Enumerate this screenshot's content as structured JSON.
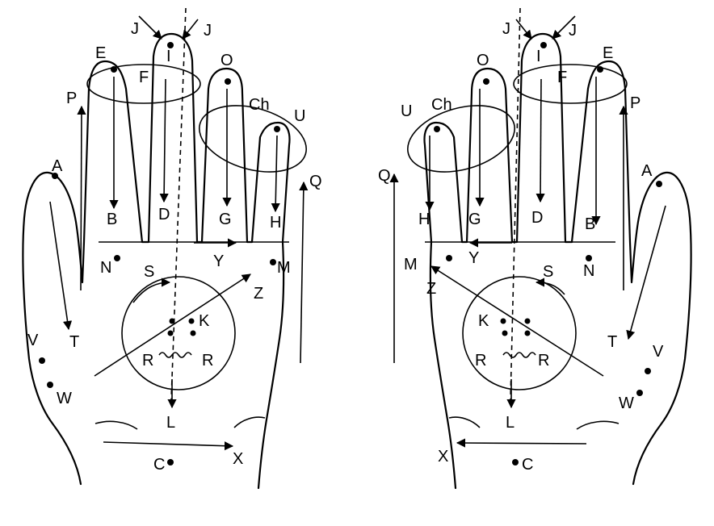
{
  "left_hand": {
    "labels": {
      "J1": "J",
      "J2": "J",
      "I": "I",
      "E": "E",
      "F": "F",
      "O": "O",
      "Ch": "Ch",
      "U": "U",
      "P": "P",
      "A": "A",
      "Q": "Q",
      "B": "B",
      "D": "D",
      "G": "G",
      "H": "H",
      "N": "N",
      "Y": "Y",
      "M": "M",
      "S": "S",
      "Z": "Z",
      "K": "K",
      "R1": "R",
      "R2": "R",
      "V": "V",
      "T": "T",
      "W": "W",
      "L": "L",
      "X": "X",
      "C": "C"
    }
  },
  "right_hand": {
    "labels": {
      "J1": "J",
      "J2": "J",
      "I": "I",
      "E": "E",
      "F": "F",
      "O": "O",
      "Ch": "Ch",
      "U": "U",
      "P": "P",
      "A": "A",
      "Q": "Q",
      "B": "B",
      "D": "D",
      "G": "G",
      "H": "H",
      "N": "N",
      "Y": "Y",
      "M": "M",
      "S": "S",
      "Z": "Z",
      "K": "K",
      "R1": "R",
      "R2": "R",
      "V": "V",
      "T": "T",
      "W": "W",
      "L": "L",
      "X": "X",
      "C": "C"
    }
  }
}
